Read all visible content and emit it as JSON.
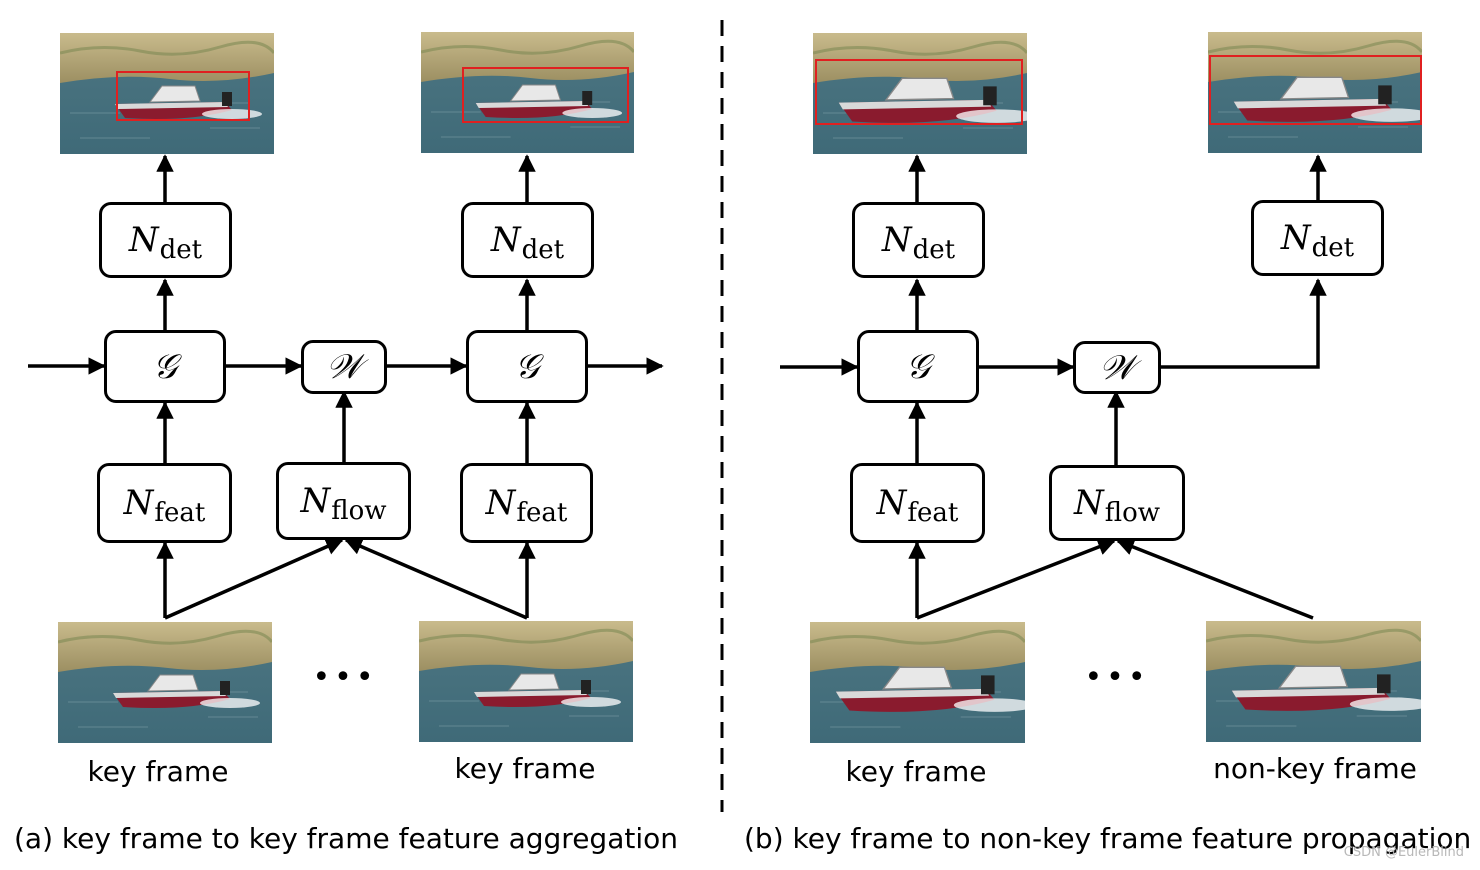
{
  "nodes": {
    "n_symbol": "N",
    "det_sub": "det",
    "feat_sub": "feat",
    "flow_sub": "flow",
    "aggregate_symbol": "𝒢",
    "warp_symbol": "𝒲"
  },
  "panel_a": {
    "caption": "(a)  key frame to key frame feature aggregation",
    "frame_left_label": "key frame",
    "frame_right_label": "key frame",
    "ellipsis": "•••"
  },
  "panel_b": {
    "caption": "(b)  key frame to non-key frame feature propagation",
    "frame_left_label": "key frame",
    "frame_right_label": "non-key frame",
    "ellipsis": "•••"
  },
  "watermark": "CSDN @EulerBlind",
  "colors": {
    "detection_box": "#e02020",
    "water": "#3f6a78",
    "hill": "#b7a77a",
    "boat_hull": "#8a1b2e"
  }
}
